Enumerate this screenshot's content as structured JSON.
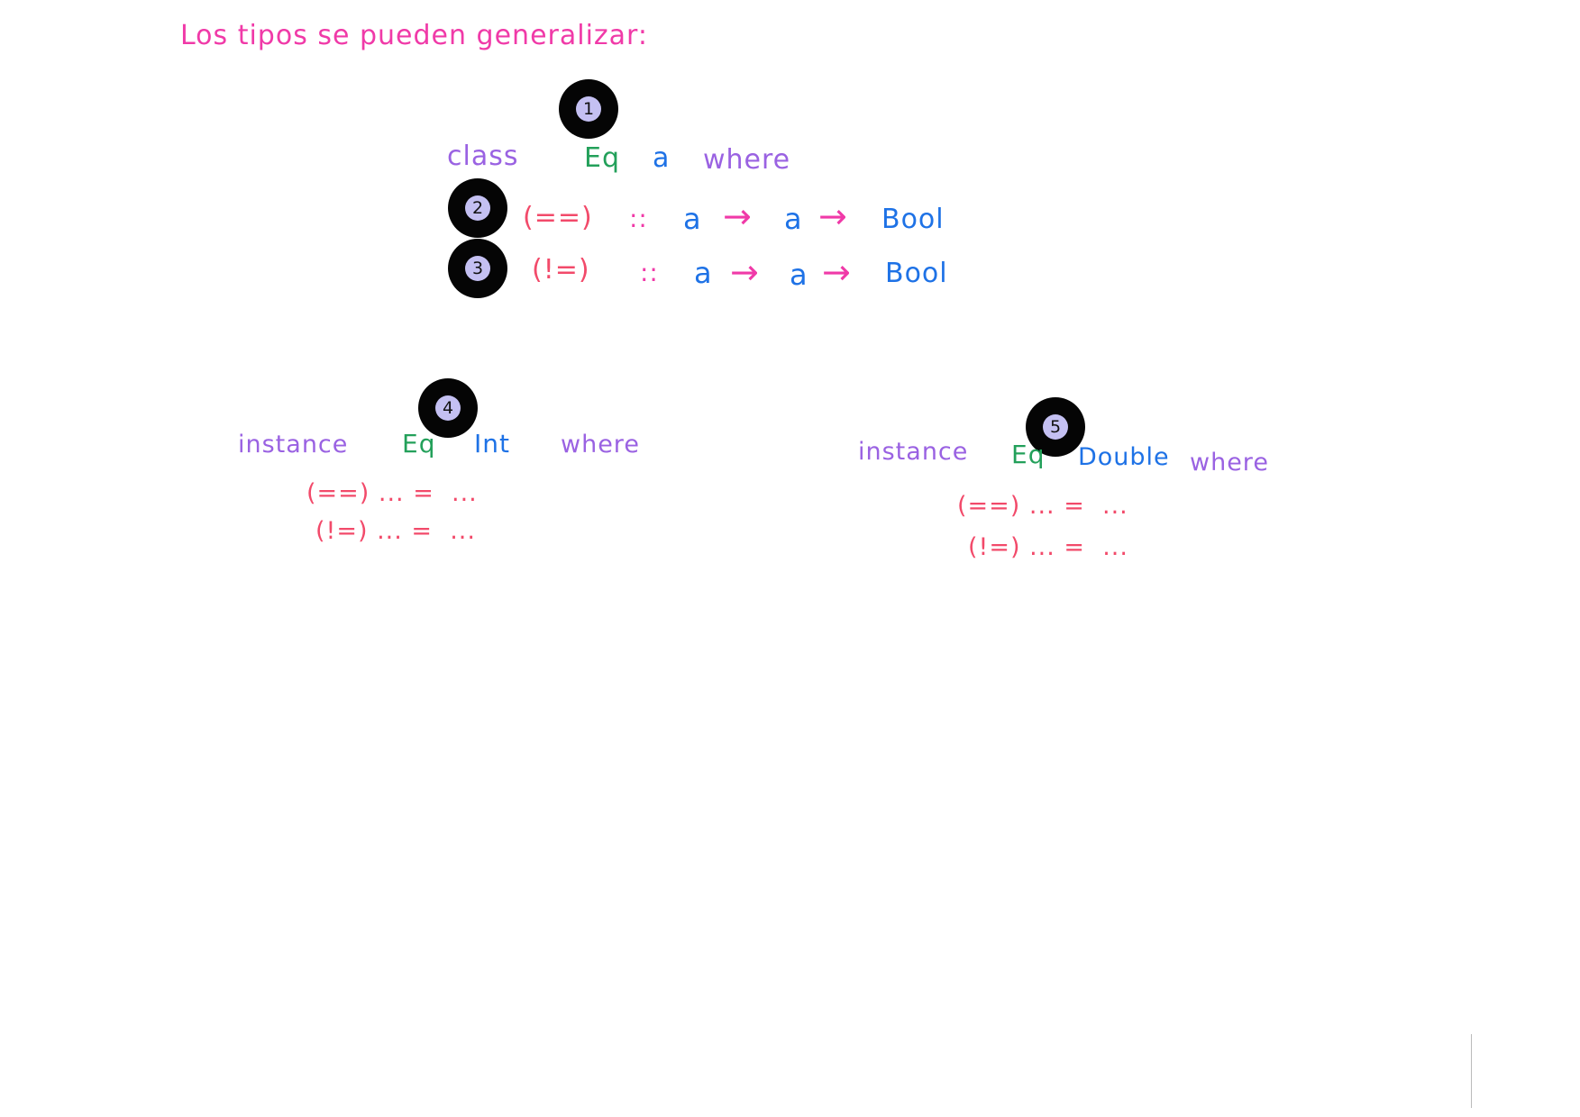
{
  "heading": "Los tipos se pueden generalizar:",
  "colors": {
    "heading": "#f03aa8",
    "keyword": "#9a62e2",
    "classname": "#23a05a",
    "type": "#1e72e6",
    "operator": "#f24a6a",
    "arrow": "#f03aa8",
    "badge_bg": "#050505",
    "badge_fill": "#c4c0f2"
  },
  "badges": [
    "1",
    "2",
    "3",
    "4",
    "5"
  ],
  "class_block": {
    "kw_class": "class",
    "name": "Eq",
    "var": "a",
    "kw_where": "where",
    "sig1": {
      "op": "(==)",
      "colons": "::",
      "a1": "a",
      "arrow1": "→",
      "a2": "a",
      "arrow2": "→",
      "ret": "Bool"
    },
    "sig2": {
      "op": "(!=)",
      "colons": "::",
      "a1": "a",
      "arrow1": "→",
      "a2": "a",
      "arrow2": "→",
      "ret": "Bool"
    }
  },
  "instance_int": {
    "kw_instance": "instance",
    "name": "Eq",
    "type": "Int",
    "kw_where": "where",
    "line1": "(==) ... =  ...",
    "line2": "(!=) ... =  ..."
  },
  "instance_double": {
    "kw_instance": "instance",
    "name": "Eq",
    "type": "Double",
    "kw_where": "where",
    "line1": "(==) ... =  ...",
    "line2": "(!=) ... =  ..."
  }
}
